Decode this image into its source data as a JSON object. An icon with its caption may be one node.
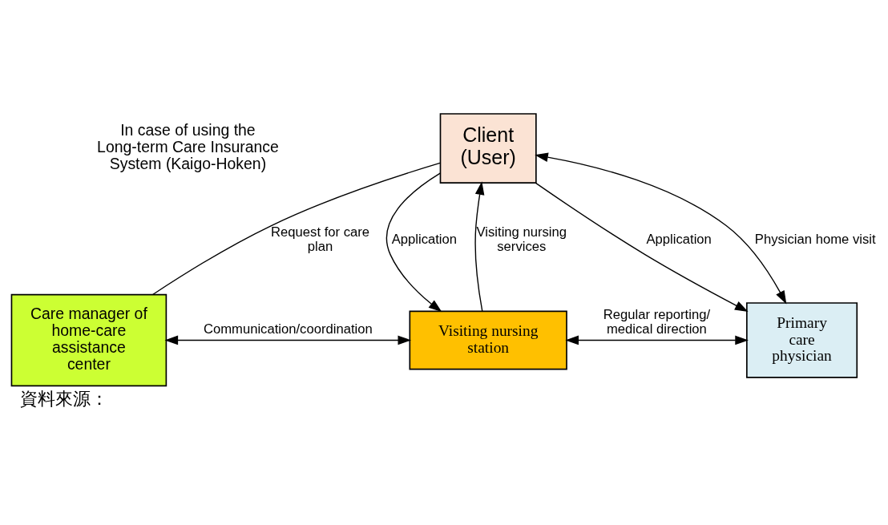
{
  "diagram": {
    "caption": "資料來源：",
    "nodes": [
      {
        "text": [
          "Client",
          "(User)"
        ]
      },
      {
        "text": [
          "Care manager of home-care assistance center"
        ]
      },
      {
        "text": [
          "Visiting nursing station"
        ]
      },
      {
        "text": [
          "Primary care physician"
        ]
      }
    ],
    "edges": [
      {
        "from": 1,
        "to": 0,
        "arrow": "none",
        "label": "Request for care plan"
      },
      {
        "from": 2,
        "to": 0,
        "arrow": "to",
        "label": "Visiting nursing services"
      },
      {
        "from": 0,
        "to": 2,
        "arrow": "to",
        "label": "Application"
      },
      {
        "from": 0,
        "to": 3,
        "arrow": "to",
        "label": "Application"
      },
      {
        "from": 3,
        "to": 0,
        "arrow": "both",
        "label": "Physician home visit"
      },
      {
        "from": 1,
        "to": 2,
        "arrow": "both",
        "label": "Communication/coordination"
      },
      {
        "from": 2,
        "to": 3,
        "arrow": "both",
        "label": "Regular reporting/ medical direction"
      }
    ],
    "labels": [
      "In case of using the Long-term Care Insurance System (Kaigo-Hoken)"
    ]
  }
}
